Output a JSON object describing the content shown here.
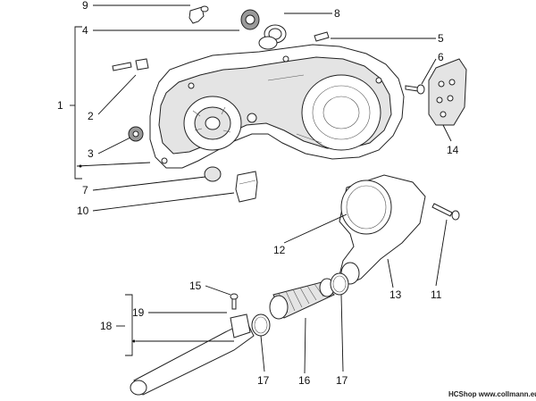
{
  "callouts": {
    "c1": "1",
    "c2": "2",
    "c3": "3",
    "c4": "4",
    "c5": "5",
    "c6": "6",
    "c7": "7",
    "c8": "8",
    "c9": "9",
    "c10": "10",
    "c11": "11",
    "c12": "12",
    "c13": "13",
    "c14": "14",
    "c15": "15",
    "c16": "16",
    "c17a": "17",
    "c17b": "17",
    "c18": "18",
    "c19": "19"
  },
  "watermark": "HCShop www.collmann.eu",
  "colors": {
    "line": "#111111",
    "part_fill": "#ffffff",
    "shade": "#e4e4e4"
  }
}
